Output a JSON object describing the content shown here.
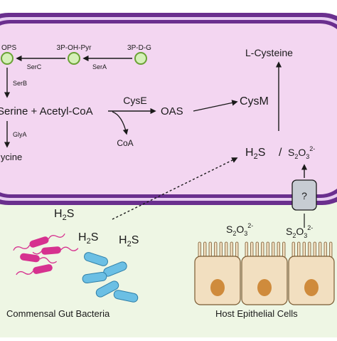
{
  "cell": {
    "metabolites": {
      "ops": "OPS",
      "p_oh_pyr": "3P-OH-Pyr",
      "p_d_g": "3P-D-G",
      "serine_acetylcoa": "Serine + Acetyl-CoA",
      "oas": "OAS",
      "coa": "CoA",
      "glycine": "lycine",
      "l_cysteine": "L-Cysteine"
    },
    "enzymes": {
      "serc": "SerC",
      "sera": "SerA",
      "serb": "SerB",
      "glya": "GlyA",
      "cyse": "CysE",
      "cysm": "CysM"
    },
    "sulfur": {
      "h2s_base": "H",
      "h2s_sub": "2",
      "h2s_tail": "S",
      "slash": "/",
      "thio_s": "S",
      "thio_s_sub": "2",
      "thio_o": "O",
      "thio_o_sub": "3",
      "thio_charge": "2-"
    }
  },
  "transporter": {
    "label": "?"
  },
  "environment": {
    "h2s_base": "H",
    "h2s_sub": "2",
    "h2s_tail": "S",
    "thio_s": "S",
    "thio_s_sub": "2",
    "thio_o": "O",
    "thio_o_sub": "3",
    "thio_charge": "2-",
    "bacteria_label": "Commensal Gut Bacteria",
    "host_label": "Host Epithelial Cells"
  },
  "colors": {
    "cytoplasm": "#f3d6f1",
    "membrane": "#6a2f8e",
    "membrane_light": "#e6ccf0",
    "lumen": "#eef6e4",
    "node_fill": "#d5f0b8",
    "node_stroke": "#6aa235",
    "epithelial": "#f2dfc0",
    "nucleus": "#cf8b3c",
    "bacteria_pink": "#d6318f",
    "bacteria_blue": "#6bbfe4"
  }
}
